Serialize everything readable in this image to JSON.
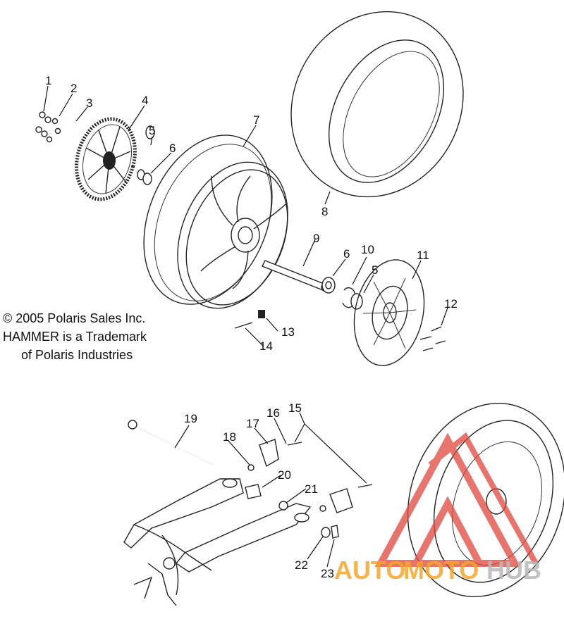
{
  "copyright": {
    "line1": "© 2005 Polaris Sales Inc.",
    "line2": "HAMMER is a Trademark",
    "line3": "of Polaris Industries"
  },
  "callouts": [
    {
      "id": "c1",
      "text": "1"
    },
    {
      "id": "c2",
      "text": "2"
    },
    {
      "id": "c3",
      "text": "3"
    },
    {
      "id": "c4",
      "text": "4"
    },
    {
      "id": "c5a",
      "text": "5"
    },
    {
      "id": "c6a",
      "text": "6"
    },
    {
      "id": "c7",
      "text": "7"
    },
    {
      "id": "c8",
      "text": "8"
    },
    {
      "id": "c9",
      "text": "9"
    },
    {
      "id": "c6b",
      "text": "6"
    },
    {
      "id": "c10",
      "text": "10"
    },
    {
      "id": "c5b",
      "text": "5"
    },
    {
      "id": "c11",
      "text": "11"
    },
    {
      "id": "c12",
      "text": "12"
    },
    {
      "id": "c13",
      "text": "13"
    },
    {
      "id": "c14",
      "text": "14"
    },
    {
      "id": "c15",
      "text": "15"
    },
    {
      "id": "c16",
      "text": "16"
    },
    {
      "id": "c17",
      "text": "17"
    },
    {
      "id": "c18",
      "text": "18"
    },
    {
      "id": "c19",
      "text": "19"
    },
    {
      "id": "c20",
      "text": "20"
    },
    {
      "id": "c21",
      "text": "21"
    },
    {
      "id": "c22",
      "text": "22"
    },
    {
      "id": "c23",
      "text": "23"
    }
  ],
  "watermark": {
    "part1": "AUTO",
    "part2": "MOTO",
    "part3": "HUB",
    "color_orange": "#f4a62a",
    "color_red": "#e0473d",
    "color_gray": "#b8b8b8"
  }
}
